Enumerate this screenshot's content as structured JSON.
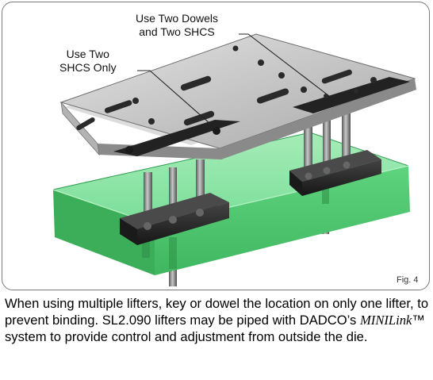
{
  "callouts": {
    "dowels_line1": "Use Two Dowels",
    "dowels_line2": "and Two SHCS",
    "shcs_line1": "Use Two",
    "shcs_line2": "SHCS Only"
  },
  "fig_label": "Fig. 4",
  "caption": {
    "part1": "When using multiple lifters, key or dowel the location on only one lifter, to prevent binding.  SL2.090 lifters may be piped with DADCO’s ",
    "brand": "MINILink",
    "tm": "™",
    "part2": " system to provide control and adjustment from outside the die."
  },
  "colors": {
    "green_block": "#5fd37e",
    "plate": "#c9c9c9",
    "base": "#2b2b2b",
    "rod": "#8e8e8e"
  }
}
